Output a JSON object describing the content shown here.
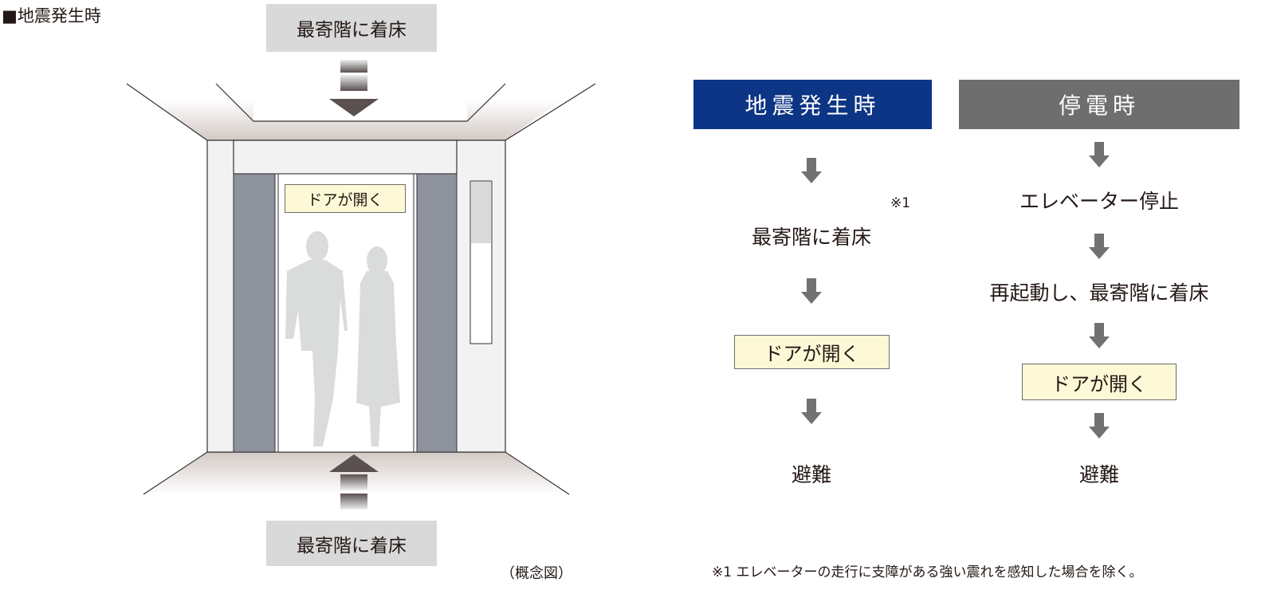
{
  "title": "■地震発生時",
  "elevator": {
    "top_label": "最寄階に着床",
    "bottom_label": "最寄階に着床",
    "door_sign": "ドアが開く",
    "caption": "（概念図）"
  },
  "flow": {
    "earthquake": {
      "header": "地震発生時",
      "steps": [
        "最寄階に着床",
        "ドアが開く",
        "避難"
      ],
      "note_mark": "※1"
    },
    "blackout": {
      "header": "停電時",
      "steps": [
        "エレベーター停止",
        "再起動し、最寄階に着床",
        "ドアが開く",
        "避難"
      ]
    }
  },
  "footnote": "※1 エレベーターの走行に支障がある強い震れを感知した場合を除く。",
  "colors": {
    "earthquake_header": "#0d3585",
    "blackout_header": "#6e6e6e",
    "door": "#8e929c",
    "highlight": "#fdf8d6"
  }
}
